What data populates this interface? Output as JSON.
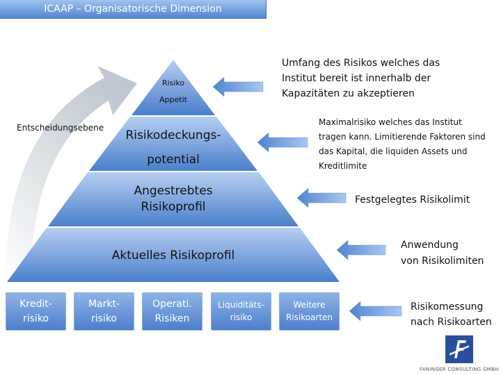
{
  "title": "ICAAP – Organisatorische Dimension",
  "left_label": "Entscheidungsebene",
  "pyramid": {
    "levels": [
      {
        "line1": "Risiko",
        "line2": "Appetit"
      },
      {
        "line1": "Risikodeckungs-",
        "line2": "potential"
      },
      {
        "line1": "Angestrebtes",
        "line2": "Risikoprofil"
      },
      {
        "line1": "Aktuelles Risikoprofil"
      }
    ]
  },
  "descriptions": [
    {
      "line1": "Umfang des Risikos welches das",
      "line2": "Institut bereit ist innerhalb der",
      "line3": "Kapazitäten zu akzeptieren"
    },
    {
      "line1": "Maximalrisiko welches das Institut",
      "line2": "tragen kann. Limitierende Faktoren sind",
      "line3": "das Kapital, die liquiden Assets und",
      "line4": "Kreditlimite"
    },
    {
      "line1": "Festgelegtes Risikolimit"
    },
    {
      "line1": "Anwendung",
      "line2": "von Risikolimiten"
    },
    {
      "line1": "Risikomessung",
      "line2": "nach Risikoarten"
    }
  ],
  "risk_boxes": [
    {
      "line1": "Kredit-",
      "line2": "risiko"
    },
    {
      "line1": "Markt-",
      "line2": "risiko"
    },
    {
      "line1": "Operati.",
      "line2": "Risiken"
    },
    {
      "line1": "Liquiditäts-",
      "line2": "risiko"
    },
    {
      "line1": "Weitere",
      "line2": "Risikoarten"
    }
  ],
  "logo": {
    "text": "FANINGER CONSULTING GMBH"
  },
  "colors": {
    "accent": "#4f86d0",
    "pyramid_top": "#a9c6ef",
    "pyramid_bottom": "#3f74c4"
  }
}
